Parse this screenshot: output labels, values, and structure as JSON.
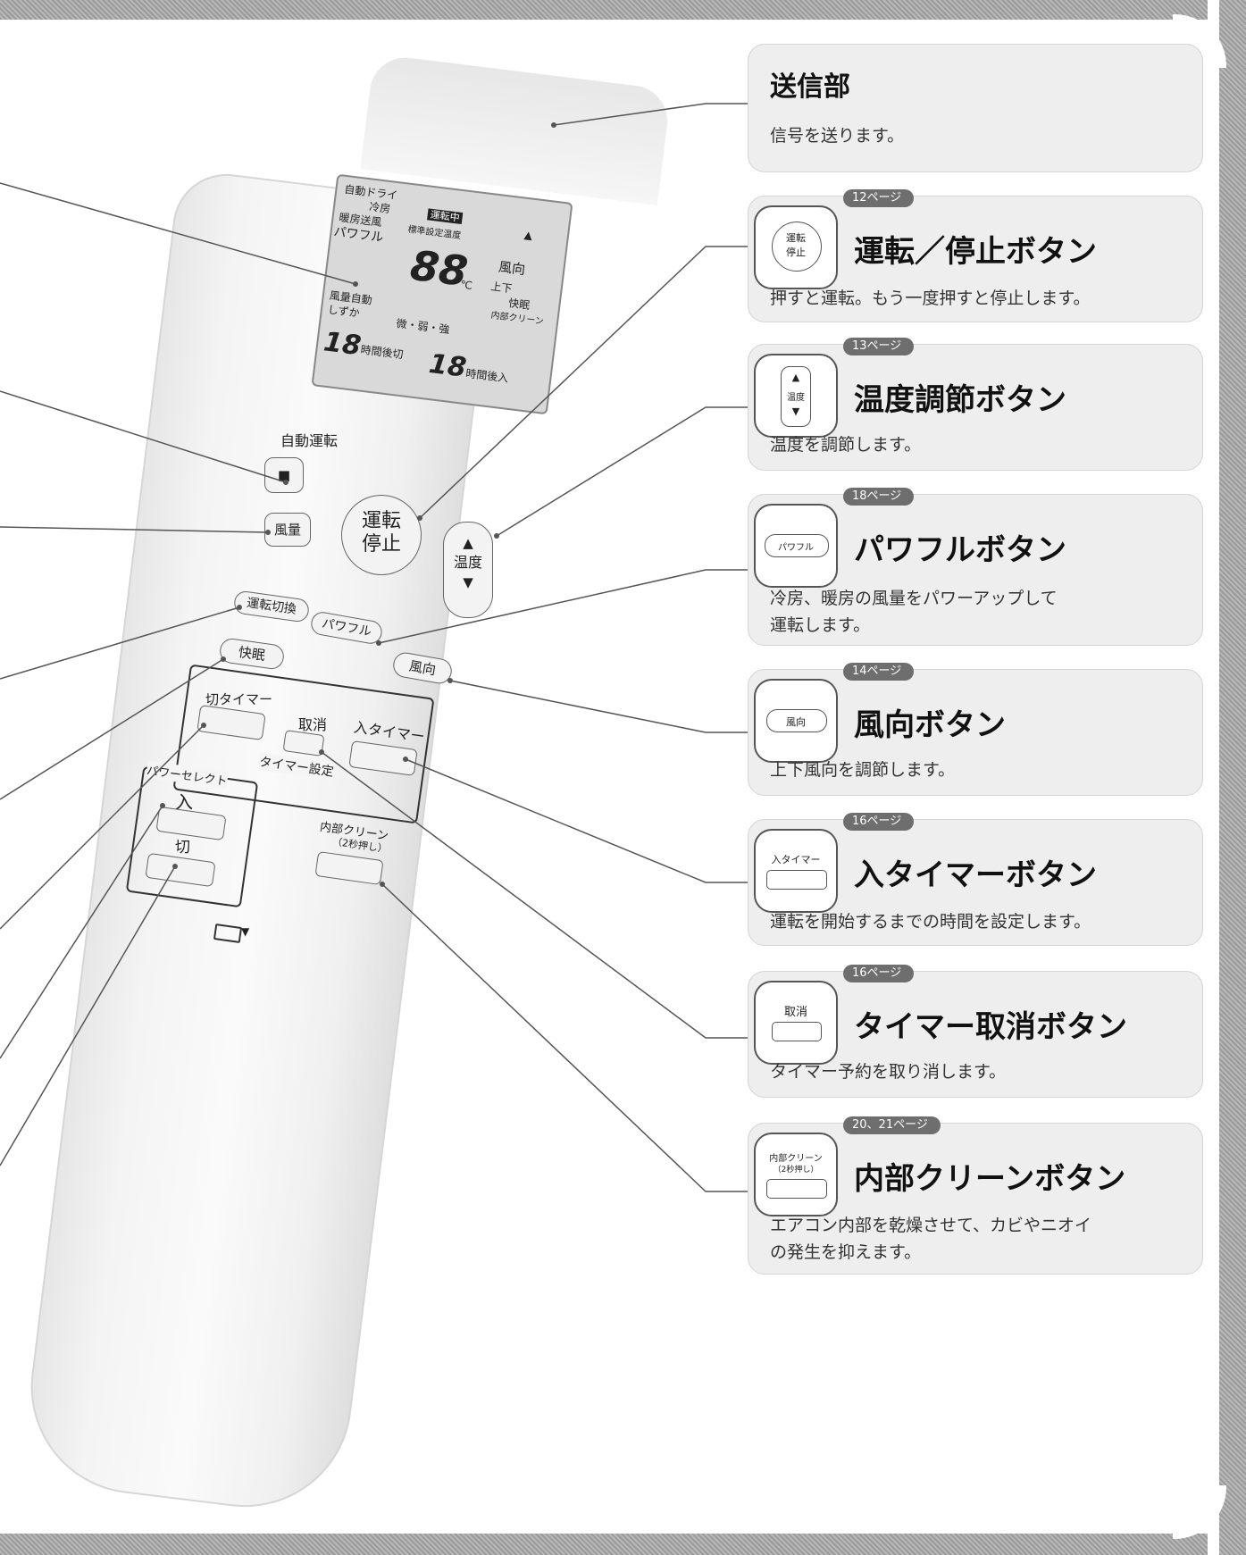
{
  "remote": {
    "lcd": {
      "mode_auto_dry": "自動ドライ",
      "mode_cool": "冷房",
      "mode_heat_fan": "暖房送風",
      "mode_powerful": "パワフル",
      "running_badge": "運転中",
      "standard_temp": "標準設定温度",
      "temp_digits": "88",
      "temp_unit": "℃",
      "direction_label": "風向",
      "updown": "上下",
      "sleep": "快眠",
      "inner_clean": "内部クリーン",
      "fan_auto": "風量自動",
      "quiet": "しずか",
      "fan_levels": "微・弱・強",
      "off_hours_digits": "18",
      "off_timer_text": "時間後切",
      "on_hours_digits": "18",
      "on_timer_text": "時間後入",
      "arrow_up": "▲"
    },
    "auto_run_label": "自動運転",
    "auto_run_button": "■",
    "fan_button": "風量",
    "run_stop_button": [
      "運転",
      "停止"
    ],
    "temp_button_up": "▲",
    "temp_button_label": "温度",
    "temp_button_down": "▼",
    "mode_switch_button": "運転切換",
    "powerful_button": "パワフル",
    "sleep_button": "快眠",
    "direction_button": "風向",
    "off_timer_label": "切タイマー",
    "cancel_label": "取消",
    "on_timer_label": "入タイマー",
    "timer_setting_label": "タイマー設定",
    "power_select_label": "パワーセレクト",
    "power_on_label": "入",
    "power_off_label": "切",
    "inner_clean_label": "内部クリーン",
    "inner_clean_hold": "（2秒押し）",
    "battery_mark": "▼"
  },
  "callouts": [
    {
      "id": "transmitter",
      "title": "送信部",
      "desc": [
        "信号を送ります。"
      ]
    },
    {
      "id": "run-stop",
      "page": "12ページ",
      "title": "運転／停止ボタン",
      "icon": [
        "運転",
        "停止"
      ],
      "desc": [
        "押すと運転。もう一度押すと停止します。"
      ]
    },
    {
      "id": "temperature",
      "page": "13ページ",
      "title": "温度調節ボタン",
      "icon": [
        "▲",
        "温度",
        "▼"
      ],
      "desc": [
        "温度を調節します。"
      ]
    },
    {
      "id": "powerful",
      "page": "18ページ",
      "title": "パワフルボタン",
      "icon": [
        "パワフル"
      ],
      "desc": [
        "冷房、暖房の風量をパワーアップして",
        "運転します。"
      ]
    },
    {
      "id": "direction",
      "page": "14ページ",
      "title": "風向ボタン",
      "icon": [
        "風向"
      ],
      "desc": [
        "上下風向を調節します。"
      ]
    },
    {
      "id": "on-timer",
      "page": "16ページ",
      "title": "入タイマーボタン",
      "icon": [
        "入タイマー"
      ],
      "desc": [
        "運転を開始するまでの時間を設定します。"
      ]
    },
    {
      "id": "timer-cancel",
      "page": "16ページ",
      "title": "タイマー取消ボタン",
      "icon": [
        "取消"
      ],
      "desc": [
        "タイマー予約を取り消します。"
      ]
    },
    {
      "id": "inner-clean",
      "page": "20、21ページ",
      "title": "内部クリーンボタン",
      "icon": [
        "内部クリーン",
        "（2秒押し）"
      ],
      "desc": [
        "エアコン内部を乾燥させて、カビやニオイ",
        "の発生を抑えます。"
      ]
    }
  ]
}
